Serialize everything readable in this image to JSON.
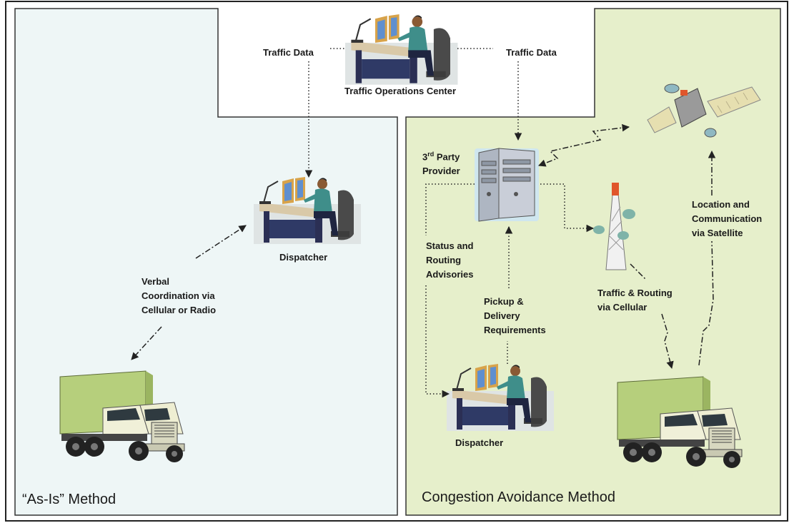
{
  "panels": {
    "left_title": "“As-Is” Method",
    "right_title": "Congestion Avoidance Method"
  },
  "labels": {
    "traffic_data_left": "Traffic Data",
    "traffic_data_right": "Traffic Data",
    "toc": "Traffic Operations Center",
    "dispatcher_left": "Dispatcher",
    "verbal_1": "Verbal",
    "verbal_2": "Coordination via",
    "verbal_3": "Cellular or Radio",
    "provider_sup": "rd",
    "provider_1_prefix": "3",
    "provider_1_suffix": " Party",
    "provider_2": "Provider",
    "status_1": "Status and",
    "status_2": "Routing",
    "status_3": "Advisories",
    "pickup_1": "Pickup &",
    "pickup_2": "Delivery",
    "pickup_3": "Requirements",
    "cellular_1": "Traffic & Routing",
    "cellular_2": "via Cellular",
    "satellite_1": "Location and",
    "satellite_2": "Communication",
    "satellite_3": "via Satellite",
    "dispatcher_right": "Dispatcher"
  },
  "colors": {
    "left_panel": "#eef6f6",
    "right_panel": "#e6efcb",
    "truck_body": "#b6cf7c",
    "server": "#aeb6c2"
  }
}
